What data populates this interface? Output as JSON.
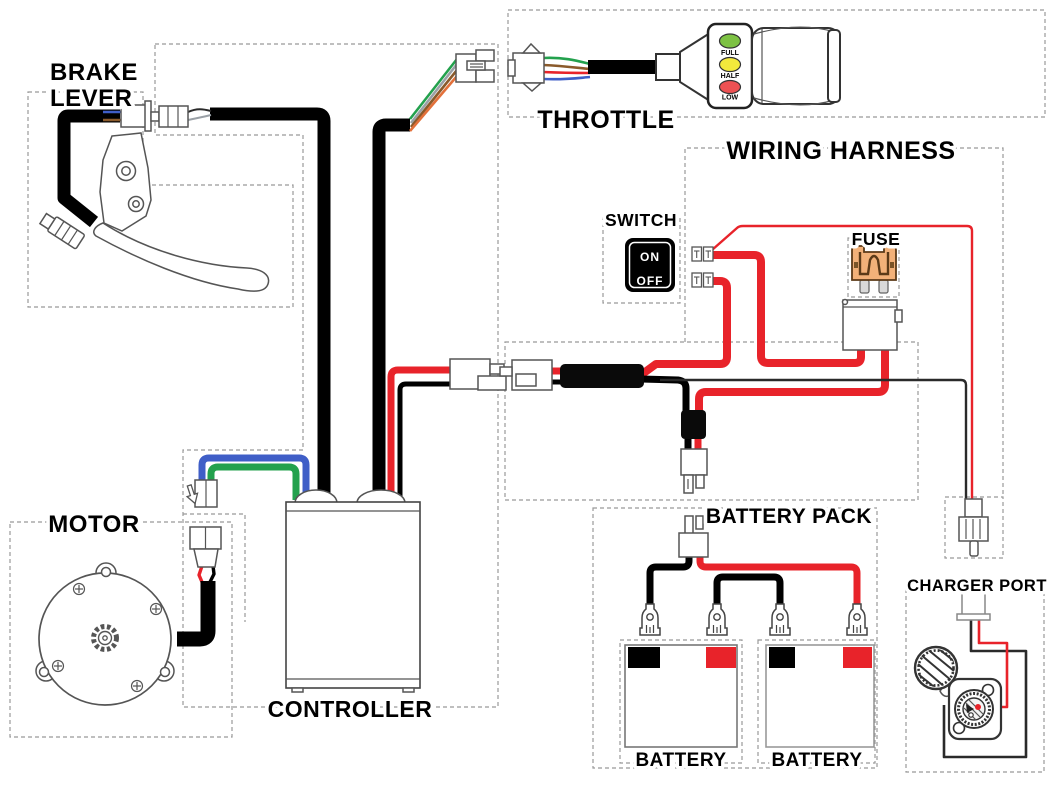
{
  "labels": {
    "brake_lever": {
      "line1": "BRAKE",
      "line2": "LEVER"
    },
    "throttle": "THROTTLE",
    "wiring_harness": "WIRING HARNESS",
    "switch": "SWITCH",
    "fuse": "FUSE",
    "motor": "MOTOR",
    "controller": "CONTROLLER",
    "battery_pack": "BATTERY PACK",
    "battery_left": "BATTERY",
    "battery_right": "BATTERY",
    "charger_port": "CHARGER PORT"
  },
  "switch": {
    "on": "ON",
    "off": "OFF"
  },
  "throttle_indicator": {
    "levels": [
      {
        "label": "FULL",
        "color": "#7dc243"
      },
      {
        "label": "HALF",
        "color": "#f3e93c"
      },
      {
        "label": "LOW",
        "color": "#ec5153"
      }
    ]
  },
  "colors": {
    "wire_black": "#000000",
    "wire_red": "#e8232a",
    "wire_blue": "#3f5ec7",
    "wire_green": "#23a14d",
    "wire_gray": "#9aa0a6",
    "wire_brown": "#8a5a2b",
    "wire_orange": "#e2703a",
    "fuse_body": "#f2b179",
    "fuse_outline": "#5b3a18",
    "terminal_red": "#e8232a",
    "terminal_black": "#000000",
    "dash_gray": "#999999"
  }
}
